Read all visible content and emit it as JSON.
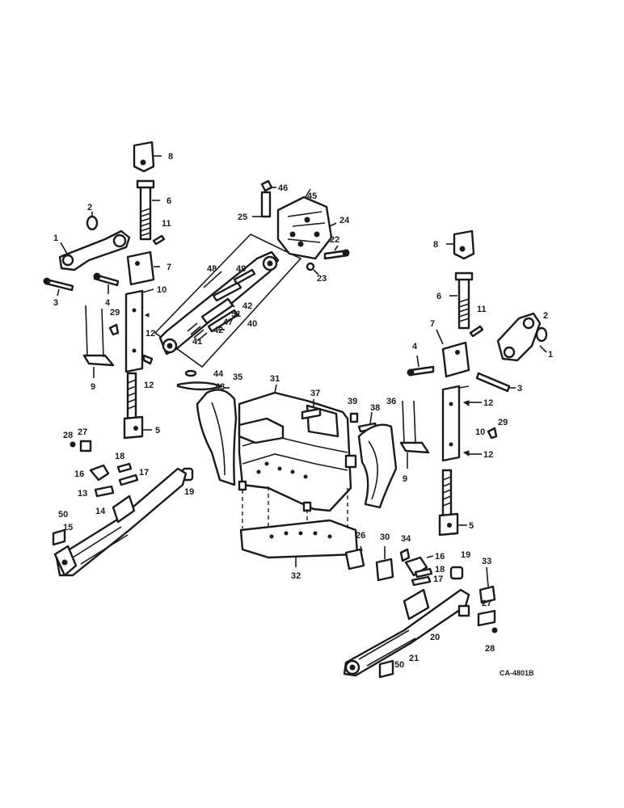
{
  "drawing": {
    "reference_code": "CA-4801B",
    "callouts": [
      "1",
      "2",
      "3",
      "4",
      "5",
      "6",
      "7",
      "8",
      "9",
      "10",
      "11",
      "12",
      "13",
      "14",
      "15",
      "16",
      "17",
      "18",
      "19",
      "20",
      "21",
      "22",
      "23",
      "24",
      "25",
      "26",
      "27",
      "28",
      "29",
      "30",
      "31",
      "32",
      "33",
      "34",
      "35",
      "36",
      "37",
      "38",
      "39",
      "40",
      "41",
      "42",
      "43",
      "44",
      "45",
      "46",
      "47",
      "48",
      "49",
      "50",
      "51"
    ]
  }
}
